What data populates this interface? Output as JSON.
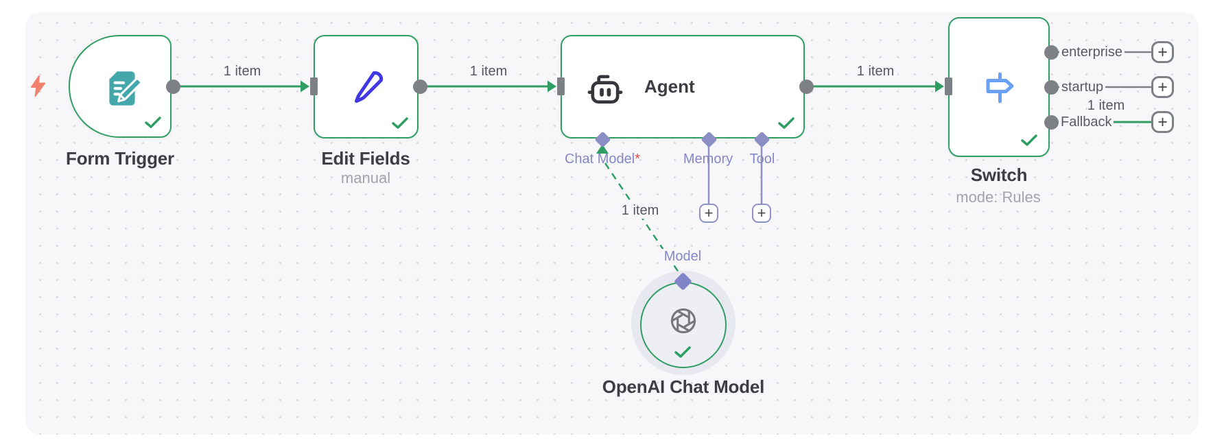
{
  "workflow": {
    "nodes": {
      "form_trigger": {
        "name": "Form Trigger"
      },
      "edit_fields": {
        "name": "Edit Fields",
        "subtitle": "manual"
      },
      "agent": {
        "name": "Agent",
        "ports": {
          "chat_model": {
            "label": "Chat Model",
            "required_mark": "*"
          },
          "memory": {
            "label": "Memory"
          },
          "tool": {
            "label": "Tool"
          }
        }
      },
      "switch": {
        "name": "Switch",
        "subtitle": "mode: Rules",
        "outputs": [
          "enterprise",
          "startup",
          "Fallback"
        ]
      },
      "openai_chat_model": {
        "name": "OpenAI Chat Model",
        "port": "Model"
      }
    },
    "edges": {
      "form_to_edit": "1 item",
      "edit_to_agent": "1 item",
      "agent_to_switch": "1 item",
      "chatmodel_to_model": "1 item",
      "fallback_out": "1 item"
    }
  },
  "ui": {
    "plus_label": "+"
  },
  "colors": {
    "accent_green": "#2f9e63",
    "connector_gray": "#7d8084",
    "ai_purple": "#8b8ec4",
    "trigger_orange": "#f0826d",
    "form_teal": "#45a7ab",
    "pencil_blue": "#4038e4",
    "switch_blue": "#6aa1f4",
    "required_red": "#e0484f",
    "canvas_bg": "#f7f7f9"
  }
}
